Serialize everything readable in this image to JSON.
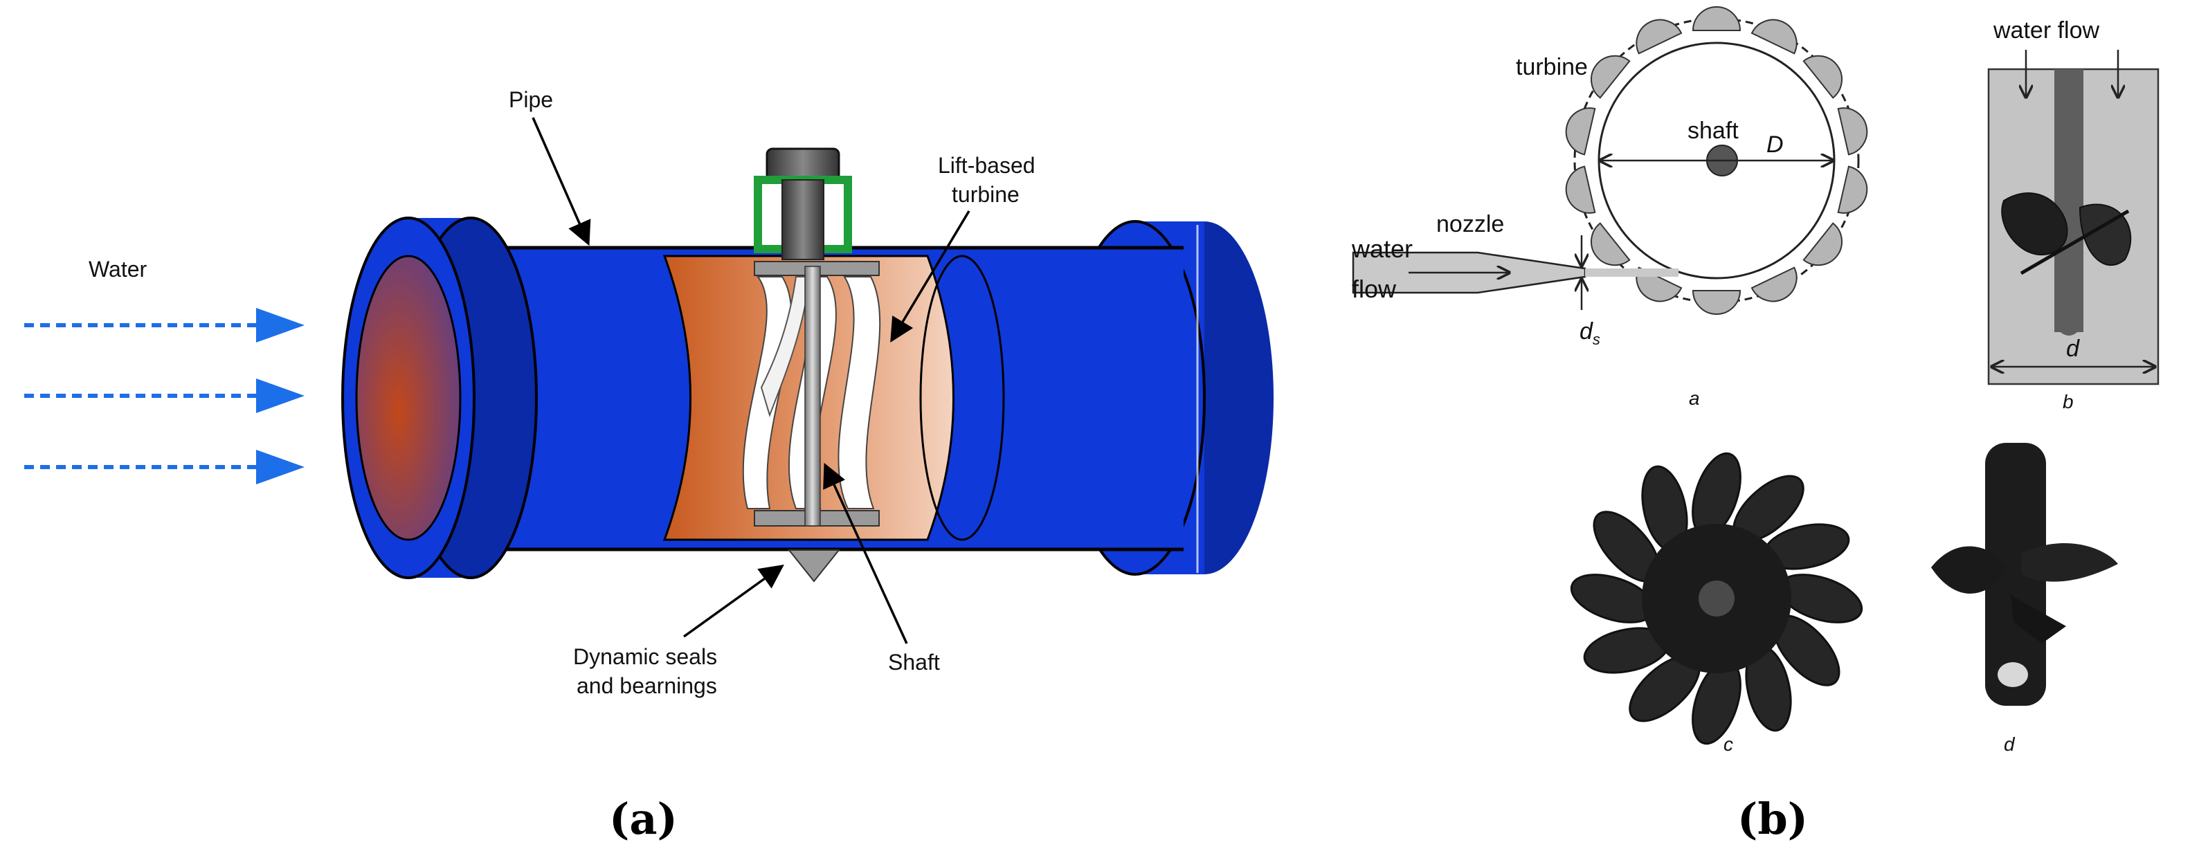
{
  "panel_a": {
    "caption": "(a)",
    "labels": {
      "water": "Water",
      "pipe": "Pipe",
      "turbine": [
        "Lift-based",
        "turbine"
      ],
      "seals": [
        "Dynamic seals",
        "and bearnings"
      ],
      "shaft": "Shaft"
    },
    "colors": {
      "pipe": "#1039d9",
      "pipe_dark": "#0a2aa8",
      "interior": "#d9703a",
      "arrow": "#1c6fe8",
      "bracket": "#1f9e3a"
    }
  },
  "panel_b": {
    "caption": "(b)",
    "sub_a": {
      "label": "a",
      "turbine": "turbine",
      "shaft": "shaft",
      "diameter": "D",
      "nozzle": "nozzle",
      "water": "water",
      "flow": "flow",
      "ds_main": "d",
      "ds_sub": "s"
    },
    "sub_b": {
      "label": "b",
      "water_flow": "water flow",
      "diameter": "d"
    },
    "sub_c": {
      "label": "c"
    },
    "sub_d": {
      "label": "d"
    }
  }
}
